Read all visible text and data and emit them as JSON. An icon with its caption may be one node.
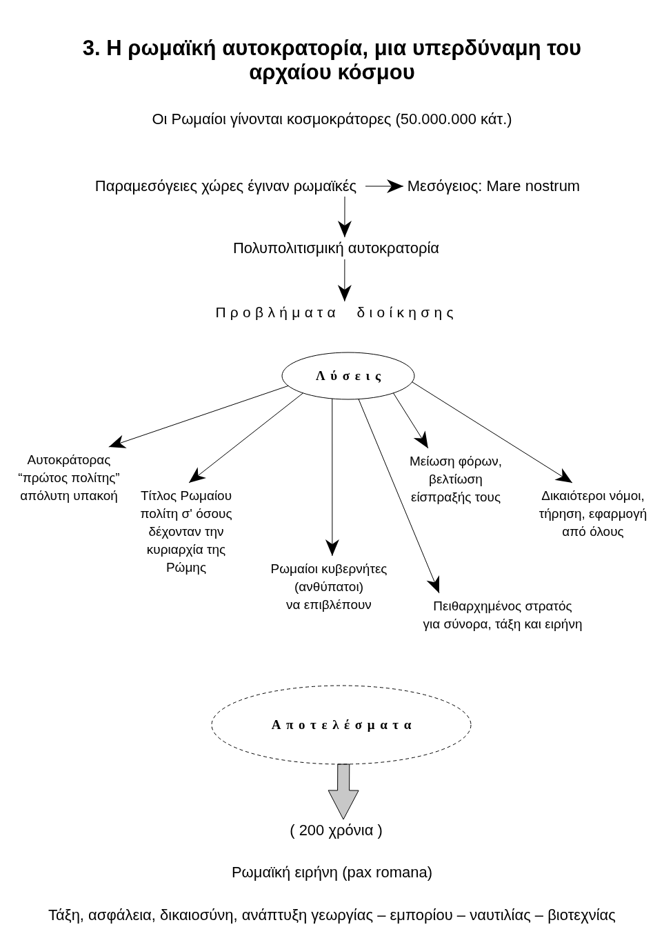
{
  "diagram": {
    "title": "3. Η ρωμαϊκή αυτοκρατορία, μια υπερδύναμη του αρχαίου κόσμου",
    "nodes": [
      {
        "text": [
          "Παραμεσόγειες χώρες έγιναν ρωμαϊκές"
        ]
      },
      {
        "text": [
          "Μεσόγειος: Mare nostrum"
        ]
      },
      {
        "text": [
          "Πολυπολιτισμική αυτοκρατορία"
        ]
      },
      {
        "text": [
          "Προβλήματα διοίκησης"
        ]
      },
      {
        "text": [
          "Λύσεις"
        ]
      },
      {
        "text": [
          "Αυτοκράτορας “πρώτος πολίτης” απόλυτη υπακοή"
        ]
      },
      {
        "text": [
          "Τίτλος Ρωμαίου πολίτη σ' όσους δέχονταν την κυριαρχία της Ρώμης"
        ]
      },
      {
        "text": [
          "Ρωμαίοι κυβερνήτες (ανθύπατοι) να επιβλέπουν"
        ]
      },
      {
        "text": [
          "Μείωση φόρων, βελτίωση είσπραξής τους"
        ]
      },
      {
        "text": [
          "Πειθαρχημένος στρατός για σύνορα, τάξη και ειρήνη"
        ]
      },
      {
        "text": [
          "Δικαιότεροι νόμοι, τήρηση, εφαρμογή από όλους"
        ]
      },
      {
        "text": [
          "Αποτελέσματα"
        ]
      },
      {
        "text": [
          "( 200 χρόνια )"
        ]
      }
    ],
    "edges": [
      {
        "from": 0,
        "to": 1,
        "arrow": "to"
      },
      {
        "from": 0,
        "to": 2,
        "arrow": "to"
      },
      {
        "from": 2,
        "to": 3,
        "arrow": "to"
      },
      {
        "from": 4,
        "to": 5,
        "arrow": "to"
      },
      {
        "from": 4,
        "to": 6,
        "arrow": "to"
      },
      {
        "from": 4,
        "to": 7,
        "arrow": "to"
      },
      {
        "from": 4,
        "to": 8,
        "arrow": "to"
      },
      {
        "from": 4,
        "to": 9,
        "arrow": "to"
      },
      {
        "from": 4,
        "to": 10,
        "arrow": "to"
      },
      {
        "from": 11,
        "to": 12,
        "arrow": "to",
        "style": "thick",
        "color": "#c8c8c8"
      }
    ],
    "labels": [
      "Οι Ρωμαίοι γίνονται κοσμοκράτορες (50.000.000 κάτ.)",
      "Ρωμαϊκή ειρήνη (pax romana)",
      "Τάξη, ασφάλεια, δικαιοσύνη, ανάπτυξη γεωργίας – εμπορίου – ναυτιλίας – βιοτεχνίας"
    ]
  }
}
